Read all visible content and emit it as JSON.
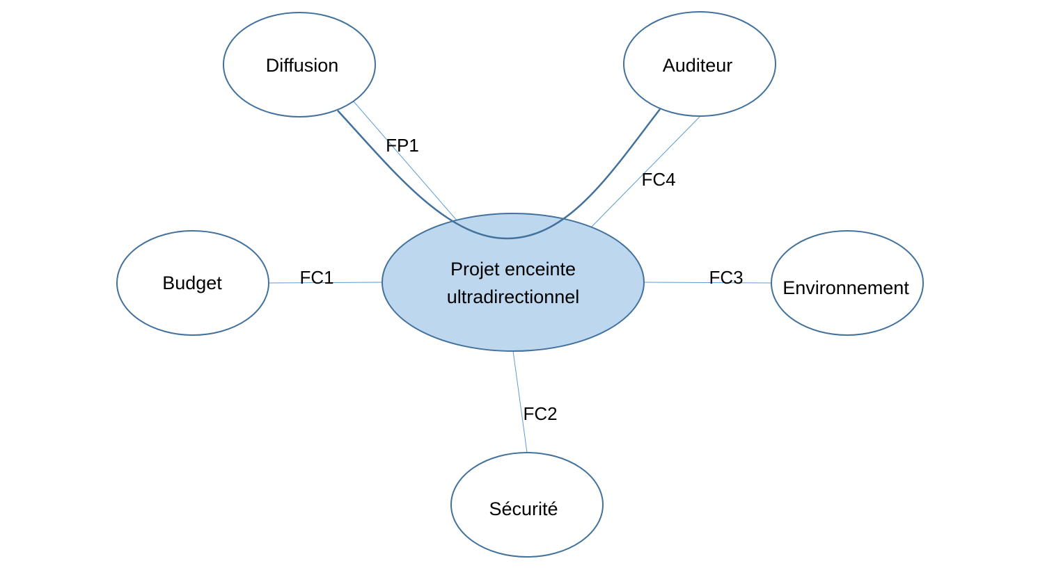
{
  "center": {
    "label_line1": "Projet enceinte",
    "label_line2": "ultradirectionnel"
  },
  "nodes": {
    "diffusion": "Diffusion",
    "auditeur": "Auditeur",
    "budget": "Budget",
    "environnement": "Environnement",
    "securite": "Sécurité"
  },
  "links": {
    "fp1": "FP1",
    "fc1": "FC1",
    "fc2": "FC2",
    "fc3": "FC3",
    "fc4": "FC4"
  },
  "colors": {
    "stroke": "#41719C",
    "center_fill": "#BDD7EE",
    "node_fill": "#FFFFFF",
    "thin_line": "#5B9BD5",
    "text": "#000000"
  }
}
